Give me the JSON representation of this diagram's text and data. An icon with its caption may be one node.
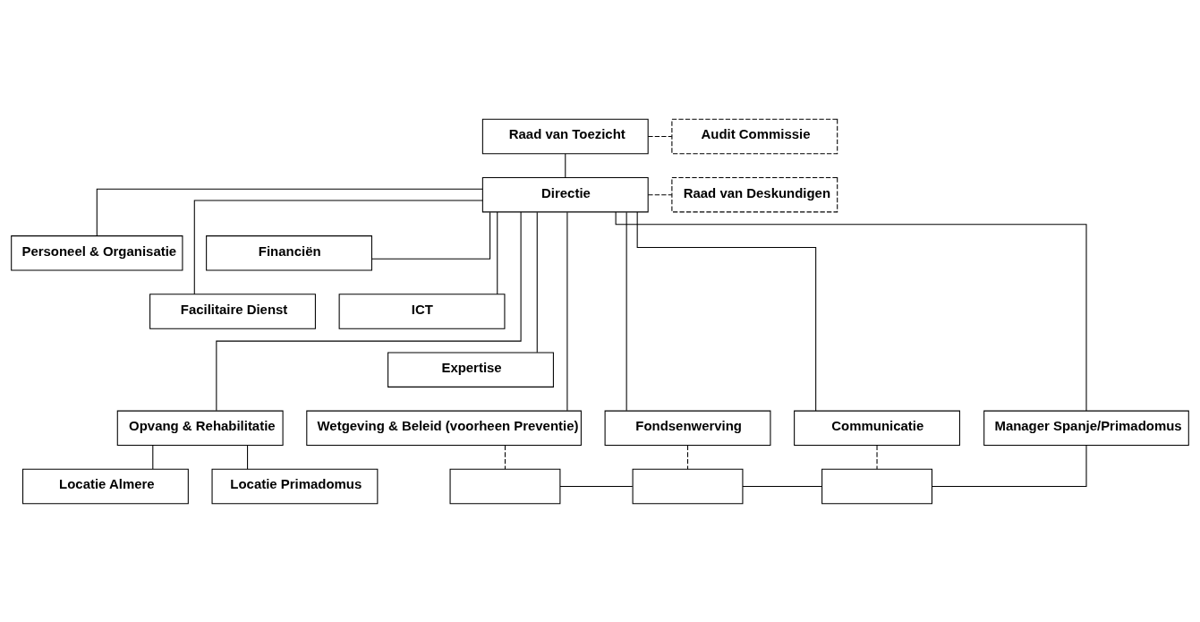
{
  "diagram": {
    "nodes": [
      {
        "text": [
          "Raad van Toezicht"
        ]
      },
      {
        "text": [
          "Audit Commissie"
        ]
      },
      {
        "text": [
          "Directie"
        ]
      },
      {
        "text": [
          "Raad van Deskundigen"
        ]
      },
      {
        "text": [
          "Personeel & Organisatie"
        ]
      },
      {
        "text": [
          "Financiën"
        ]
      },
      {
        "text": [
          "Facilitaire Dienst"
        ]
      },
      {
        "text": [
          "ICT"
        ]
      },
      {
        "text": [
          "Expertise"
        ]
      },
      {
        "text": [
          "Opvang & Rehabilitatie"
        ]
      },
      {
        "text": [
          "Wetgeving & Beleid (voorheen Preventie)"
        ]
      },
      {
        "text": [
          "Fondsenwerving"
        ]
      },
      {
        "text": [
          "Communicatie"
        ]
      },
      {
        "text": [
          "Manager Spanje/Primadomus"
        ]
      },
      {
        "text": [
          "Locatie Almere"
        ]
      },
      {
        "text": [
          "Locatie Primadomus"
        ]
      },
      {
        "text": [],
        "shape": "box"
      },
      {
        "text": [],
        "shape": "box"
      },
      {
        "text": [],
        "shape": "box"
      }
    ],
    "edges": [
      {
        "from": 0,
        "to": 1,
        "arrow": "none",
        "style": "dashed"
      },
      {
        "from": 0,
        "to": 2,
        "arrow": "none"
      },
      {
        "from": 2,
        "to": 3,
        "arrow": "none",
        "style": "dashed"
      },
      {
        "from": 2,
        "to": 4,
        "arrow": "none"
      },
      {
        "from": 2,
        "to": 5,
        "arrow": "none"
      },
      {
        "from": 2,
        "to": 6,
        "arrow": "none"
      },
      {
        "from": 2,
        "to": 7,
        "arrow": "none"
      },
      {
        "from": 2,
        "to": 8,
        "arrow": "none"
      },
      {
        "from": 2,
        "to": 9,
        "arrow": "none"
      },
      {
        "from": 2,
        "to": 10,
        "arrow": "none"
      },
      {
        "from": 2,
        "to": 11,
        "arrow": "none"
      },
      {
        "from": 2,
        "to": 12,
        "arrow": "none"
      },
      {
        "from": 2,
        "to": 13,
        "arrow": "none"
      },
      {
        "from": 9,
        "to": 14,
        "arrow": "none"
      },
      {
        "from": 9,
        "to": 15,
        "arrow": "none"
      },
      {
        "from": 10,
        "to": 16,
        "arrow": "none",
        "style": "dashed"
      },
      {
        "from": 11,
        "to": 17,
        "arrow": "none",
        "style": "dashed"
      },
      {
        "from": 12,
        "to": 18,
        "arrow": "none",
        "style": "dashed"
      },
      {
        "from": 16,
        "to": 17,
        "arrow": "none"
      },
      {
        "from": 17,
        "to": 18,
        "arrow": "none"
      },
      {
        "from": 18,
        "to": 13,
        "arrow": "none"
      }
    ]
  }
}
